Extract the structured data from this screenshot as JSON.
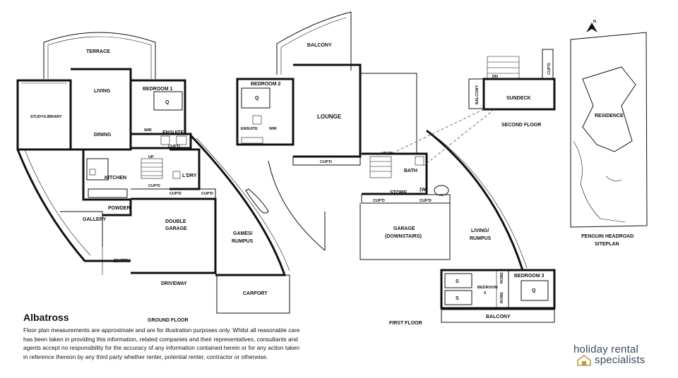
{
  "property_name": "Albatross",
  "disclaimer": "Floor plan measurements are approximate and are for illustration purposes only. Whilst all reasonable care has been taken in providing this information, related companies and their representatives, consultants and agents accept no responsibility for the accuracy of any information contained herein or for any action taken in reference thereon by any third party whether renter, potential renter, contractor or otherwise.",
  "brand": {
    "line1": "holiday rental",
    "line2": "specialists",
    "logo_icon": "house-tag-icon"
  },
  "floors": {
    "ground": "GROUND FLOOR",
    "first": "FIRST FLOOR",
    "second": "SECOND FLOOR",
    "siteplan_line1": "PENGUIN HEADROAD",
    "siteplan_line2": "SITEPLAN"
  },
  "rooms": {
    "terrace": "TERRACE",
    "study": "STUDY/LIBRARY",
    "living": "LIVING",
    "dining": "DINING",
    "bedroom1": "BEDROOM 1",
    "wir": "WIR",
    "ensuite": "ENSUITE",
    "cupd": "CUP'D",
    "kitchen": "KITCHEN",
    "up": "UP",
    "ldry": "L'DRY",
    "powder": "POWDER",
    "gallery": "GALLERY",
    "entry": "ENTRY",
    "double_garage_1": "DOUBLE",
    "double_garage_2": "GARAGE",
    "games_1": "GAMES/",
    "games_2": "RUMPUS",
    "driveway": "DRIVEWAY",
    "carport": "CARPORT",
    "balcony": "BALCONY",
    "bedroom2": "BEDROOM 2",
    "lounge": "LOUNGE",
    "updn": "UP DN",
    "bath": "BATH",
    "w": "(W)",
    "store": "STORE",
    "garage_ds_1": "GARAGE",
    "garage_ds_2": "(DOWNSTAIRS)",
    "living_rumpus_1": "LIVING/",
    "living_rumpus_2": "RUMPUS",
    "bedroom3": "BEDROOM 3",
    "bedroom4": "BEDROOM",
    "bedroom4_num": "4",
    "robe": "ROBE",
    "dn": "DN",
    "sundeck": "SUNDECK",
    "residence": "RESIDENCE",
    "q": "Q",
    "s": "S"
  },
  "north_icon": "north-arrow-icon"
}
